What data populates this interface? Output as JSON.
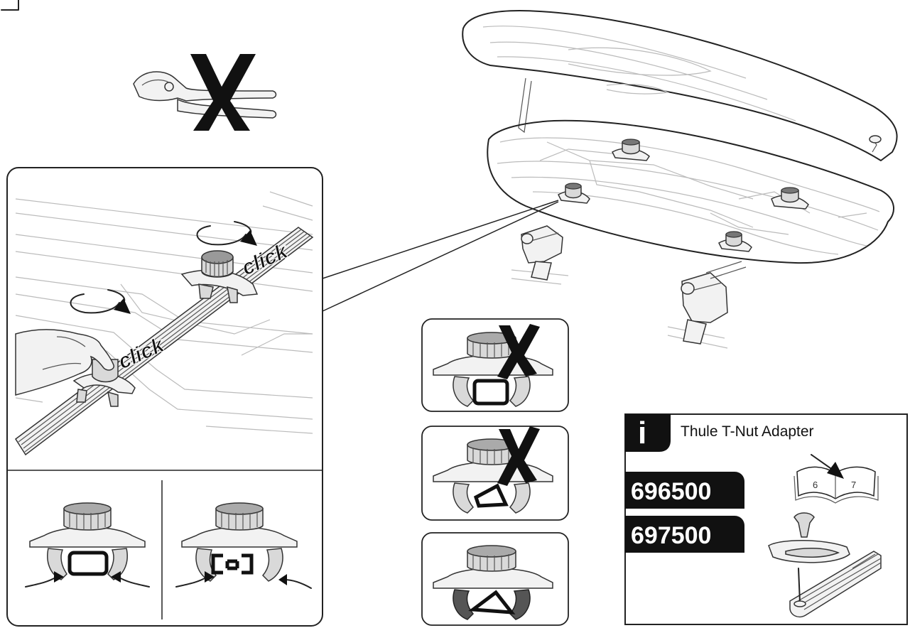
{
  "callouts": {
    "click_upper": "click",
    "click_lower": "click"
  },
  "info_box": {
    "icon_label": "i",
    "title": "Thule T-Nut Adapter",
    "part_numbers": [
      "696500",
      "697500"
    ],
    "book_pages": [
      "6",
      "7"
    ]
  },
  "icons": [
    "pliers-icon",
    "prohibited-x-icon",
    "rotate-arrow-icon",
    "info-icon",
    "book-icon"
  ],
  "colors": {
    "line": "#222222",
    "fill_grey": "#d9d9d9",
    "label_black": "#111111"
  }
}
